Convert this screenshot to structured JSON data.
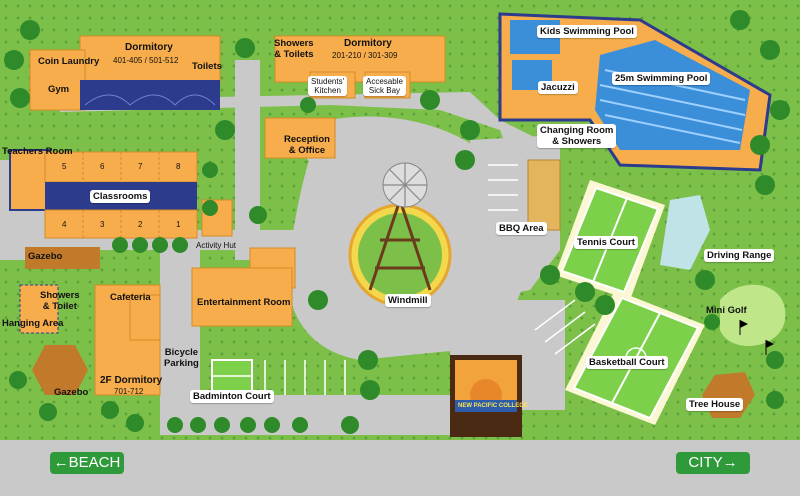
{
  "map": {
    "labels": {
      "coin_laundry": "Coin Laundry",
      "gym": "Gym",
      "dorm1_title": "Dormitory",
      "dorm1_rooms": "401-405 / 501-512",
      "toilets": "Toilets",
      "showers_toilets_top": "Showers\n& Toilets",
      "dorm2_title": "Dormitory",
      "dorm2_rooms": "201-210 / 301-309",
      "students_kitchen": "Students'\nKitchen",
      "sick_bay": "Accesable\nSick Bay",
      "kids_pool": "Kids Swimming Pool",
      "jacuzzi": "Jacuzzi",
      "pool_25m": "25m Swimming Pool",
      "changing_room": "Changing Room\n& Showers",
      "teachers_room": "Teachers Room",
      "reception": "Reception\n& Office",
      "classrooms": "Classrooms",
      "classroom_numbers_top": [
        "5",
        "6",
        "7",
        "8"
      ],
      "classroom_numbers_bottom": [
        "4",
        "3",
        "2",
        "1"
      ],
      "bbq_area": "BBQ Area",
      "tennis_court": "Tennis Court",
      "driving_range": "Driving Range",
      "gazebo_left": "Gazebo",
      "activity_hut": "Activity Hut",
      "windmill": "Windmill",
      "showers_toilet": "Showers\n& Toilet",
      "hanging_area": "Hanging Area",
      "cafeteria": "Cafeteria",
      "entertainment_room": "Entertainment Room",
      "mini_golf": "Mini Golf",
      "basketball_court": "Basketball Court",
      "bicycle_parking": "Bicycle\nParking",
      "dorm3_title": "2F Dormitory",
      "dorm3_rooms": "701-712",
      "gazebo_bottom": "Gazebo",
      "badminton_court": "Badminton Court",
      "tree_house": "Tree House",
      "college_sign": "NEW PACIFIC COLLEGE"
    },
    "signs": {
      "beach": "←BEACH",
      "city": "CITY→"
    },
    "colors": {
      "grass": "#7cc04a",
      "path": "#c8c8c8",
      "building": "#f7ad4c",
      "roof_blue": "#2d3b8c",
      "pool": "#3b8fd9",
      "court": "#7dd14a",
      "sign_green": "#2e9a3a"
    }
  }
}
